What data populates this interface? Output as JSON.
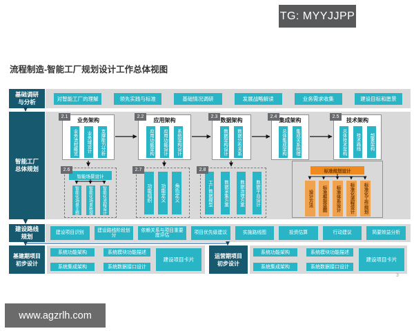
{
  "header": {
    "tg_badge": "TG: MYYJJPP",
    "title": "流程制造-智能工厂规划设计工作总体视图"
  },
  "research": {
    "label": "基础调研\n与分析",
    "items": [
      "对智能工厂的理解",
      "领先实践与标准",
      "基础情况调研",
      "发展战略解读",
      "业务需求收集",
      "建设目标和愿景"
    ]
  },
  "planning": {
    "label": "智能工厂\n总体规划",
    "architectures": [
      {
        "num": "2.1",
        "title": "业务架构",
        "items": [
          "业务流程概览",
          "业务域设计",
          "支撑能力分析"
        ]
      },
      {
        "num": "2.2",
        "title": "应用架构",
        "items": [
          "应用功能架构",
          "应用功能设计",
          "系统架构设计"
        ]
      },
      {
        "num": "2.3",
        "title": "数据架构",
        "items": [
          "数据架构设计",
          "数据分布关系"
        ]
      },
      {
        "num": "2.4",
        "title": "集成架构",
        "items": [
          "总体集成架构",
          "集成关系梳理"
        ]
      },
      {
        "num": "2.5",
        "title": "技术架构",
        "items": [
          "总体技术架构",
          "技术路线",
          "部署架构"
        ]
      }
    ],
    "details": [
      {
        "num": "2.6",
        "header": "智能场景设计",
        "items": [
          "智能化场景主题",
          "智能化场景梳理",
          "智能化流程设计"
        ]
      },
      {
        "num": "2.7",
        "items": [
          "功能组织",
          "功能定义",
          "角色定义"
        ]
      },
      {
        "num": "2.8",
        "items": [
          "工厂数据模型",
          "数据采集方案",
          "数据治理方案",
          "数据平台设计"
        ]
      }
    ],
    "standards": {
      "header": "标准规划设计",
      "items": [
        "设计方法",
        "标准框架蓝图",
        "标准体系设计",
        "标准化流程设计",
        "标准化工作规划"
      ]
    }
  },
  "roadmap": {
    "label": "建设路线\n规划",
    "items": [
      "建设项目识别",
      "建设路线阶段划分",
      "依赖关系与项目重要度评估",
      "项目优先级建议",
      "实施路线图",
      "投资估算",
      "行动建议",
      "简要效益分析"
    ]
  },
  "projects": [
    {
      "label": "基建期项目\n初步设计",
      "items": [
        "系统功能架构",
        "系统模块功能描述",
        "系统集成架构",
        "系统数据接口设计"
      ],
      "card": "建设项目卡片"
    },
    {
      "label": "运营期项目\n初步设计",
      "items": [
        "系统功能架构",
        "系统模块功能描述",
        "系统集成架构",
        "系统数据接口设计"
      ],
      "card": "建设项目卡片"
    }
  ],
  "footer": {
    "watermark": "www.agzrlh.com",
    "page_number": "3"
  },
  "colors": {
    "cyan": "#29b5c6",
    "dark_teal": "#17596f",
    "band_gray": "#d9d9d9",
    "badge_gray": "#696a6e",
    "orange_header": "#f08a1e",
    "orange_bar": "#f0a24e",
    "tg_gray": "#58595b"
  }
}
